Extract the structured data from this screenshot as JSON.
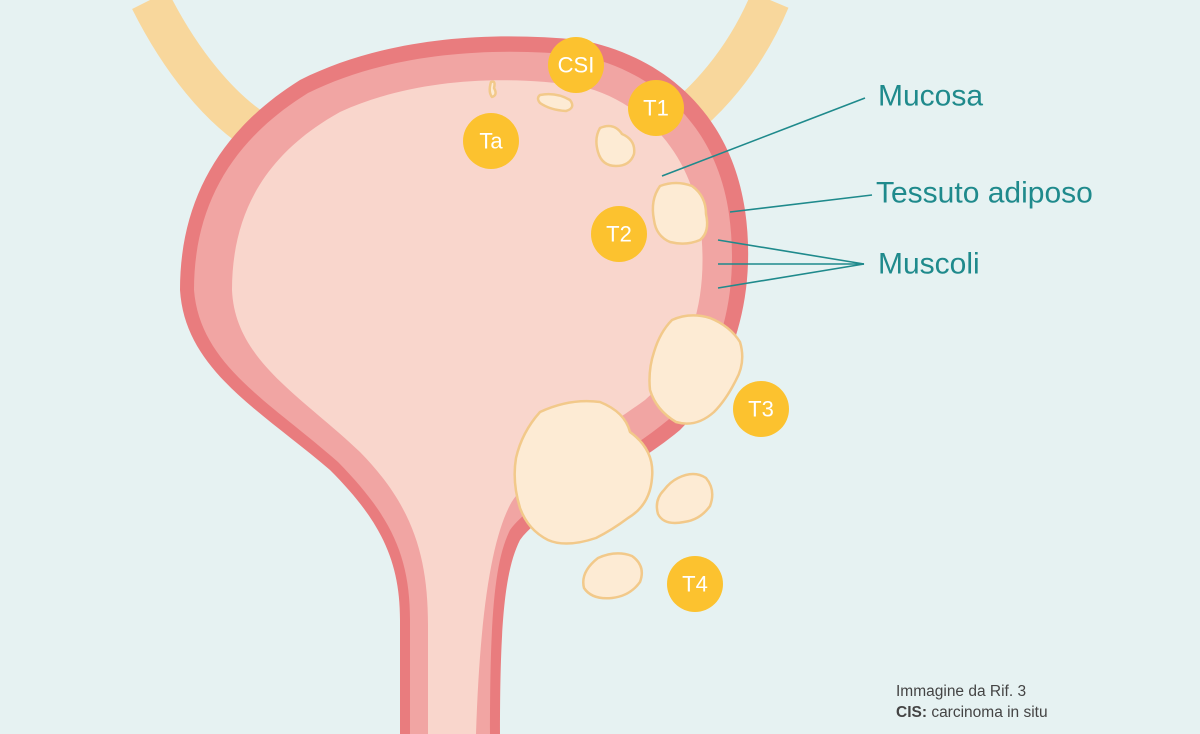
{
  "layers": {
    "mucosa": "Mucosa",
    "fat": "Tessuto adiposo",
    "muscles": "Muscoli"
  },
  "stages": {
    "csi": "CSI",
    "t1": "T1",
    "ta": "Ta",
    "t2": "T2",
    "t3": "T3",
    "t4": "T4"
  },
  "footer": {
    "source": "Immagine da Rif. 3",
    "cis_abbr": "CIS:",
    "cis_text": "carcinoma in situ"
  },
  "colors": {
    "background": "#e6f2f2",
    "outer_wall": "#e97c7e",
    "muscle_layer": "#f1a5a3",
    "lumen": "#f9d6cc",
    "ureter": "#f8d79c",
    "tumor_fill": "#fdebd4",
    "tumor_outline": "#f2c98a",
    "stage_badge": "#fcc22f",
    "label_text": "#1f8a8c"
  }
}
